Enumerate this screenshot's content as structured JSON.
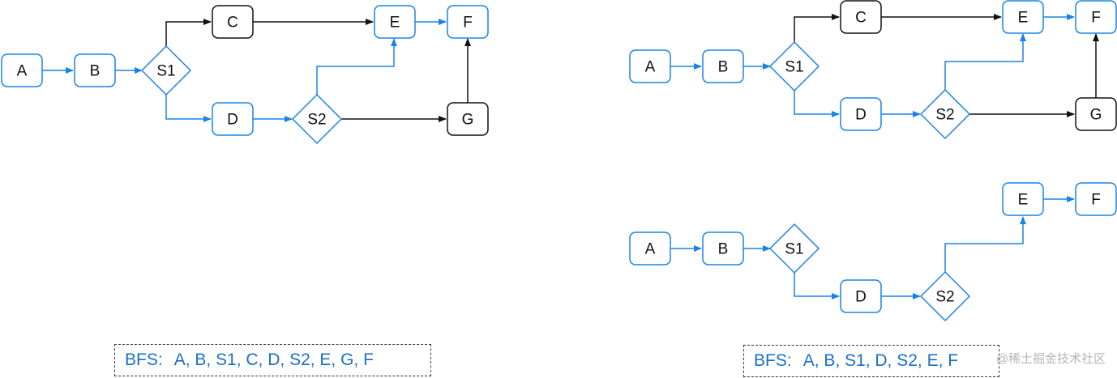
{
  "colors": {
    "blue": "#1a84e6",
    "black": "#111111"
  },
  "nodes": {
    "A": "A",
    "B": "B",
    "S1": "S1",
    "C": "C",
    "D": "D",
    "S2": "S2",
    "E": "E",
    "F": "F",
    "G": "G"
  },
  "bfs_left": {
    "prefix": "BFS:",
    "order": "A, B, S1, C, D, S2, E, G, F"
  },
  "bfs_right": {
    "prefix": "BFS:",
    "order": "A, B, S1, D, S2, E, F"
  },
  "watermark": "@稀土掘金技术社区"
}
